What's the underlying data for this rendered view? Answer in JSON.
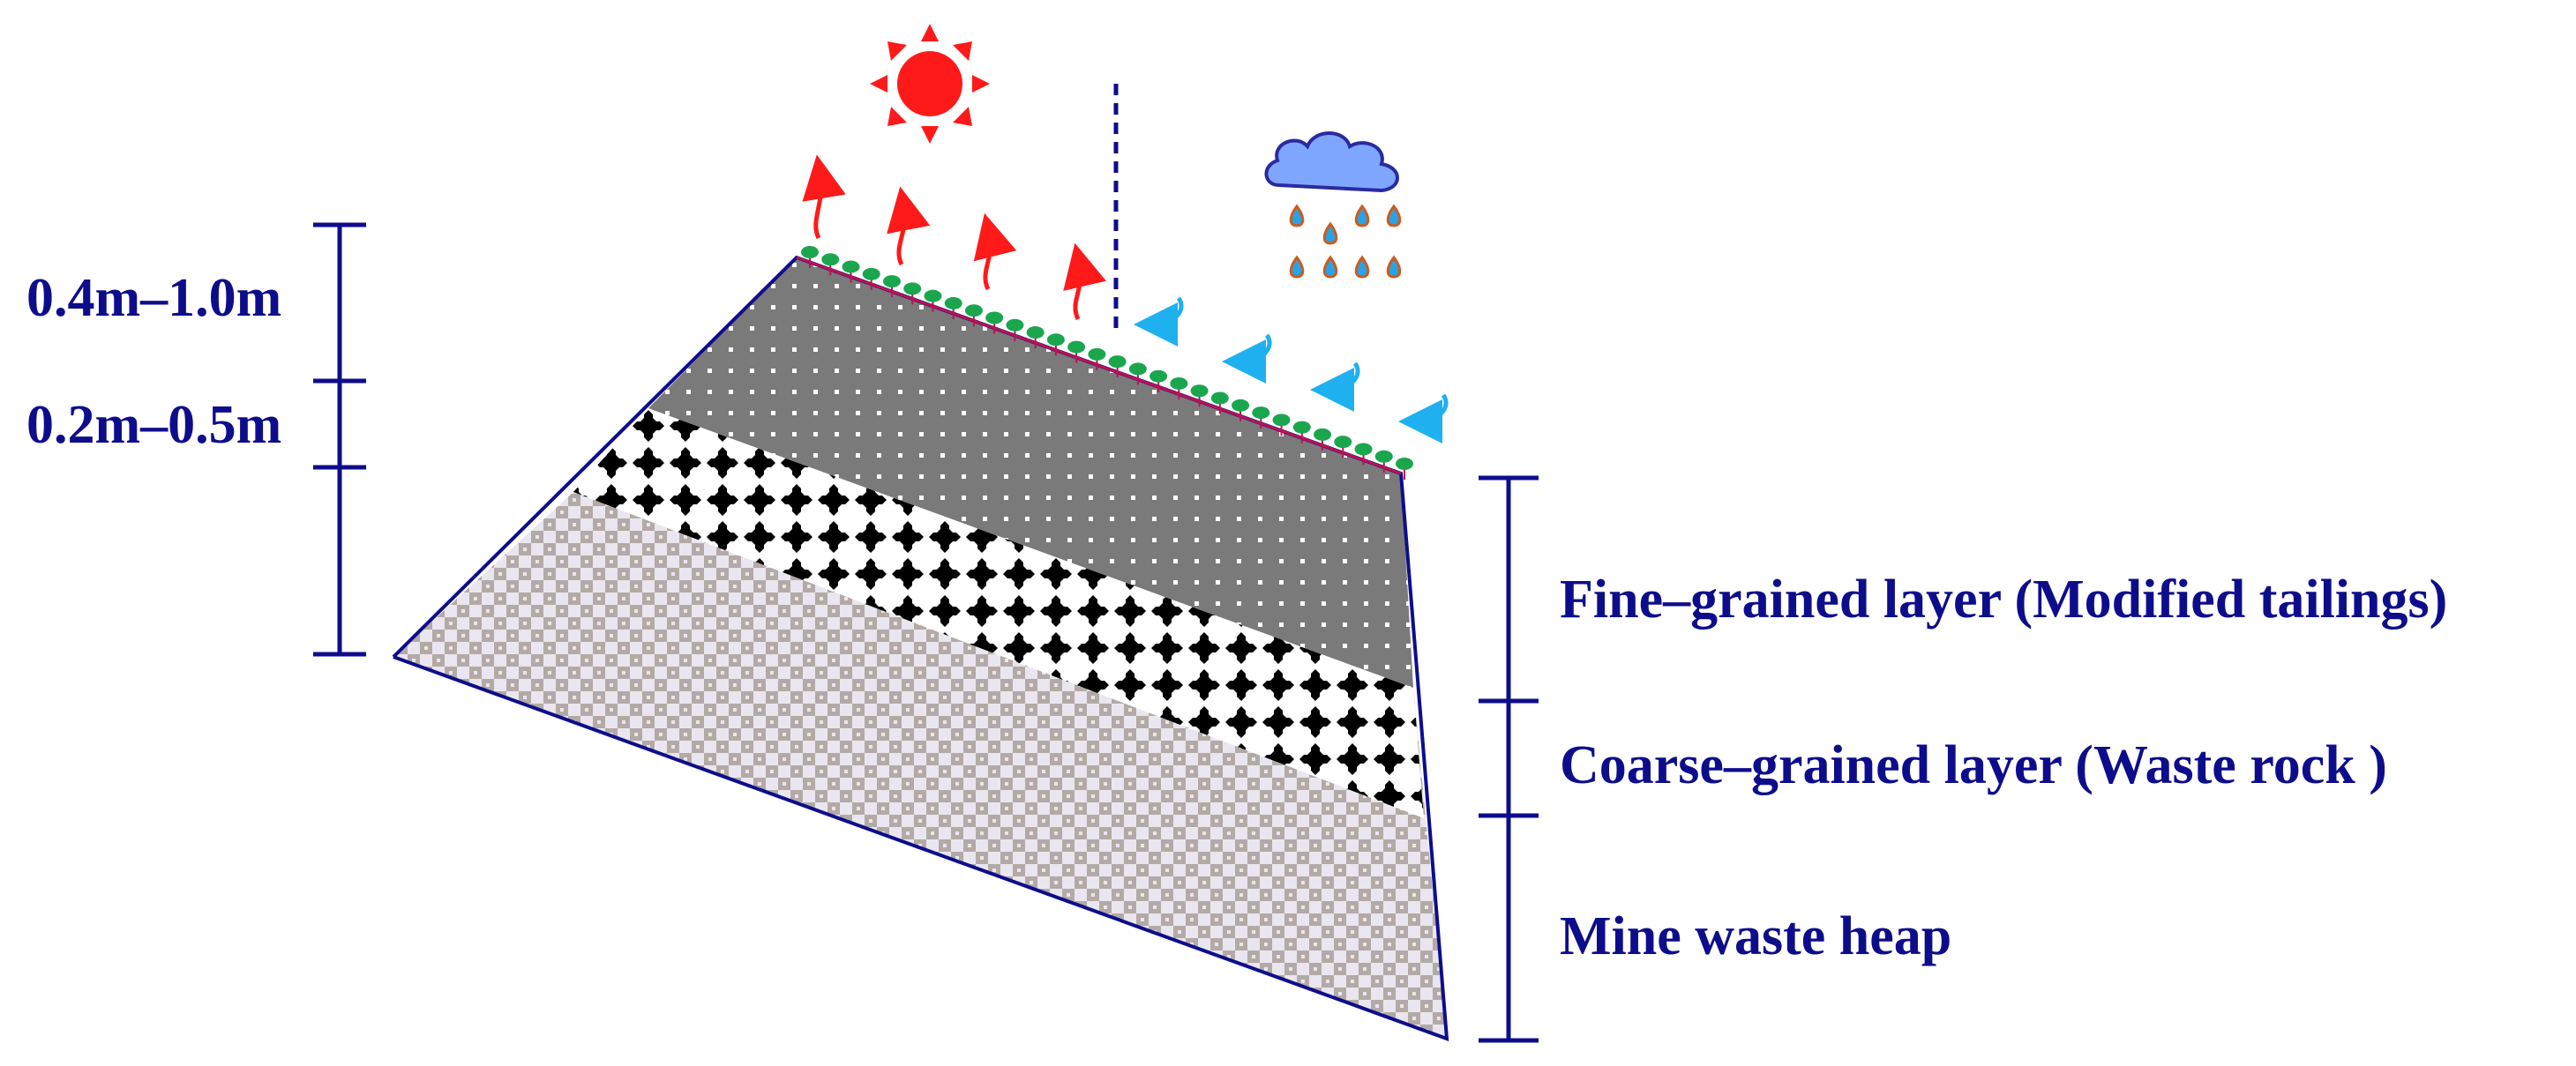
{
  "left_scale": {
    "top_label": "0.4m–1.0m",
    "bottom_label": "0.2m–0.5m"
  },
  "right_labels": {
    "fine": "Fine–grained layer (Modified tailings)",
    "coarse": "Coarse–grained layer (Waste rock )",
    "heap": "Mine waste heap"
  },
  "icons": {
    "sun": "sun-icon",
    "cloud": "rain-cloud-icon",
    "evaporation": "evaporation-arrow-icon",
    "infiltration": "infiltration-arrow-icon",
    "vegetation": "vegetation-icon"
  },
  "colors": {
    "line": "#0d0d8c",
    "fine_layer": "#7a7a7a",
    "heap_a": "#b3aaa6",
    "heap_b": "#eae6f0",
    "coarse_dot": "#000000",
    "sun": "#ff1a1a",
    "cloud": "#7fa6ff",
    "rain": "#2aa3e6",
    "evap_arrow": "#ff1a1a",
    "infil_arrow": "#1fb0f0",
    "vegetation": "#1aa64d"
  }
}
